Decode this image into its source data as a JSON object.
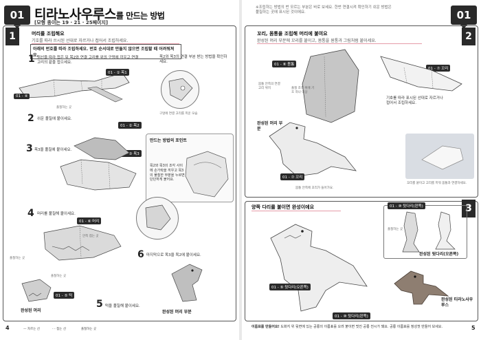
{
  "left": {
    "badge": "01",
    "title": "티라노사우루스",
    "title_suffix": "를 만드는 방법",
    "subtitle": "[모형 종이는 19 · 21 · 25페이지]",
    "section": {
      "number": "1",
      "title": "머리를 조립해요",
      "desc": "기호를 따라 쓰시된 선대로 자르거나 접어서 조립하세요.",
      "note": "아래의 번호를 따라 조립하세요. 번호 순서대로 만들지 않으면 조립할 때 어려워져요."
    },
    "steps": [
      {
        "n": "1",
        "text": "점선을 따라 접은 뒤 목2와 연결 고리를 위의 구멍에 끼우고 연결 고리의 끝을 접으세요."
      },
      {
        "n": "2",
        "text": "쉬운 풀칠에 붙이세요."
      },
      {
        "n": "3",
        "text": "목3을 풀칠에 붙이세요."
      },
      {
        "n": "4",
        "text": "머리를 풀칠해 붙이세요."
      },
      {
        "n": "5",
        "text": "턱을 풀칠해 붙이세요."
      },
      {
        "n": "6",
        "text": "마지막으로 목3을 목2에 붙이세요."
      }
    ],
    "tags": {
      "neck1": "01 - ① 목1",
      "part01": "01 - ④",
      "neck2": "01 - ② 목2",
      "neck3": "01 - ③ 목3",
      "head": "01 - ⑥ 머리",
      "jaw": "01 - ⑤ 턱"
    },
    "labels": {
      "glue": "풀칠하는 곳",
      "glue2": "풀칠하는 곳",
      "glue3": "풀칠하는 곳",
      "fold": "접는 곳",
      "fold_connect": "구멍에 연결 고리를 끼운 모습",
      "finished_head": "완성된 머리",
      "finished_head_part": "완성된 머리 부분",
      "inner_fold": "안쪽 접는 곳"
    },
    "tip_text": "목2와 목3의 연결 부분 받는 방법을 확인하세요.",
    "tip_title": "만드는 방법의 포인트",
    "tip_body": "목2와 목3의 조각 사이에 손가락을 끼우고 목3의 풀칠한 부분을 누르면 단단하게 붙어요.",
    "page_number": "4",
    "legend": [
      "— 자르는 선",
      "- - 접는 선",
      "풀칠하는 곳"
    ]
  },
  "right": {
    "badge": "01",
    "top_note": "※조립하는 방법의 번 모르는 부분은 바로 보세요. 한번 연결시켜 확인하기 쉬운 방법은 풀칠하는 곳에 표시된 것이에요.",
    "section2": {
      "number": "2",
      "title": "꼬리, 몸통을 조립해 머리에 붙여요",
      "desc": "완성된 머리 부분에 꼬리를 붙이고, 몸통을 원통과 그림처럼 붙이세요."
    },
    "tags": {
      "body": "01 - ⑧ 몸통",
      "tail": "01 - ⑦ 꼬리",
      "tail2": "01 - ⑦ 꼬리",
      "left_leg": "01 - ⑩ 뒷다리(왼쪽)",
      "right_leg": "01 - ⑨ 뒷다리(오른쪽)",
      "leg_tag": "01 - ⑩ 뒷다리(왼쪽)",
      "leg_tag2": "01 - ⑨ 뒷다리(오른쪽)"
    },
    "labels": {
      "glue_tail": "기호를 따라 표시된 선대로 자르거나 접어서 조립하세요.",
      "body_glue": "풀칠 조각 위에 기호 하나 이상",
      "finished_head": "완성된 머리 부분",
      "tail_hint": "몸통 안쪽에 꼬리가 들어가요.",
      "finished_leg": "완성된 뒷다리(오른쪽)",
      "finished_trex": "완성된 티라노사우루스",
      "leg_glue": "풀칠하는 곳",
      "tail_tip": "꼬리를 붙이고 고리를 끼워 몸통과 연결하세요.",
      "body_inside": "몸통 안쪽의 연결 고리 위치"
    },
    "section3": {
      "number": "3",
      "title": "양쪽 다리를 붙이면 완성이에요"
    },
    "bottom_note_title": "이름표를 만들어요!",
    "bottom_note": "도화지 위 뒷면에 있는 공룡의 이름표를 오려 붙이면 멋진 공룡 전시가 돼요. 공룡 이름표를 정성껏 만들어 보세요.",
    "page_number": "5"
  }
}
